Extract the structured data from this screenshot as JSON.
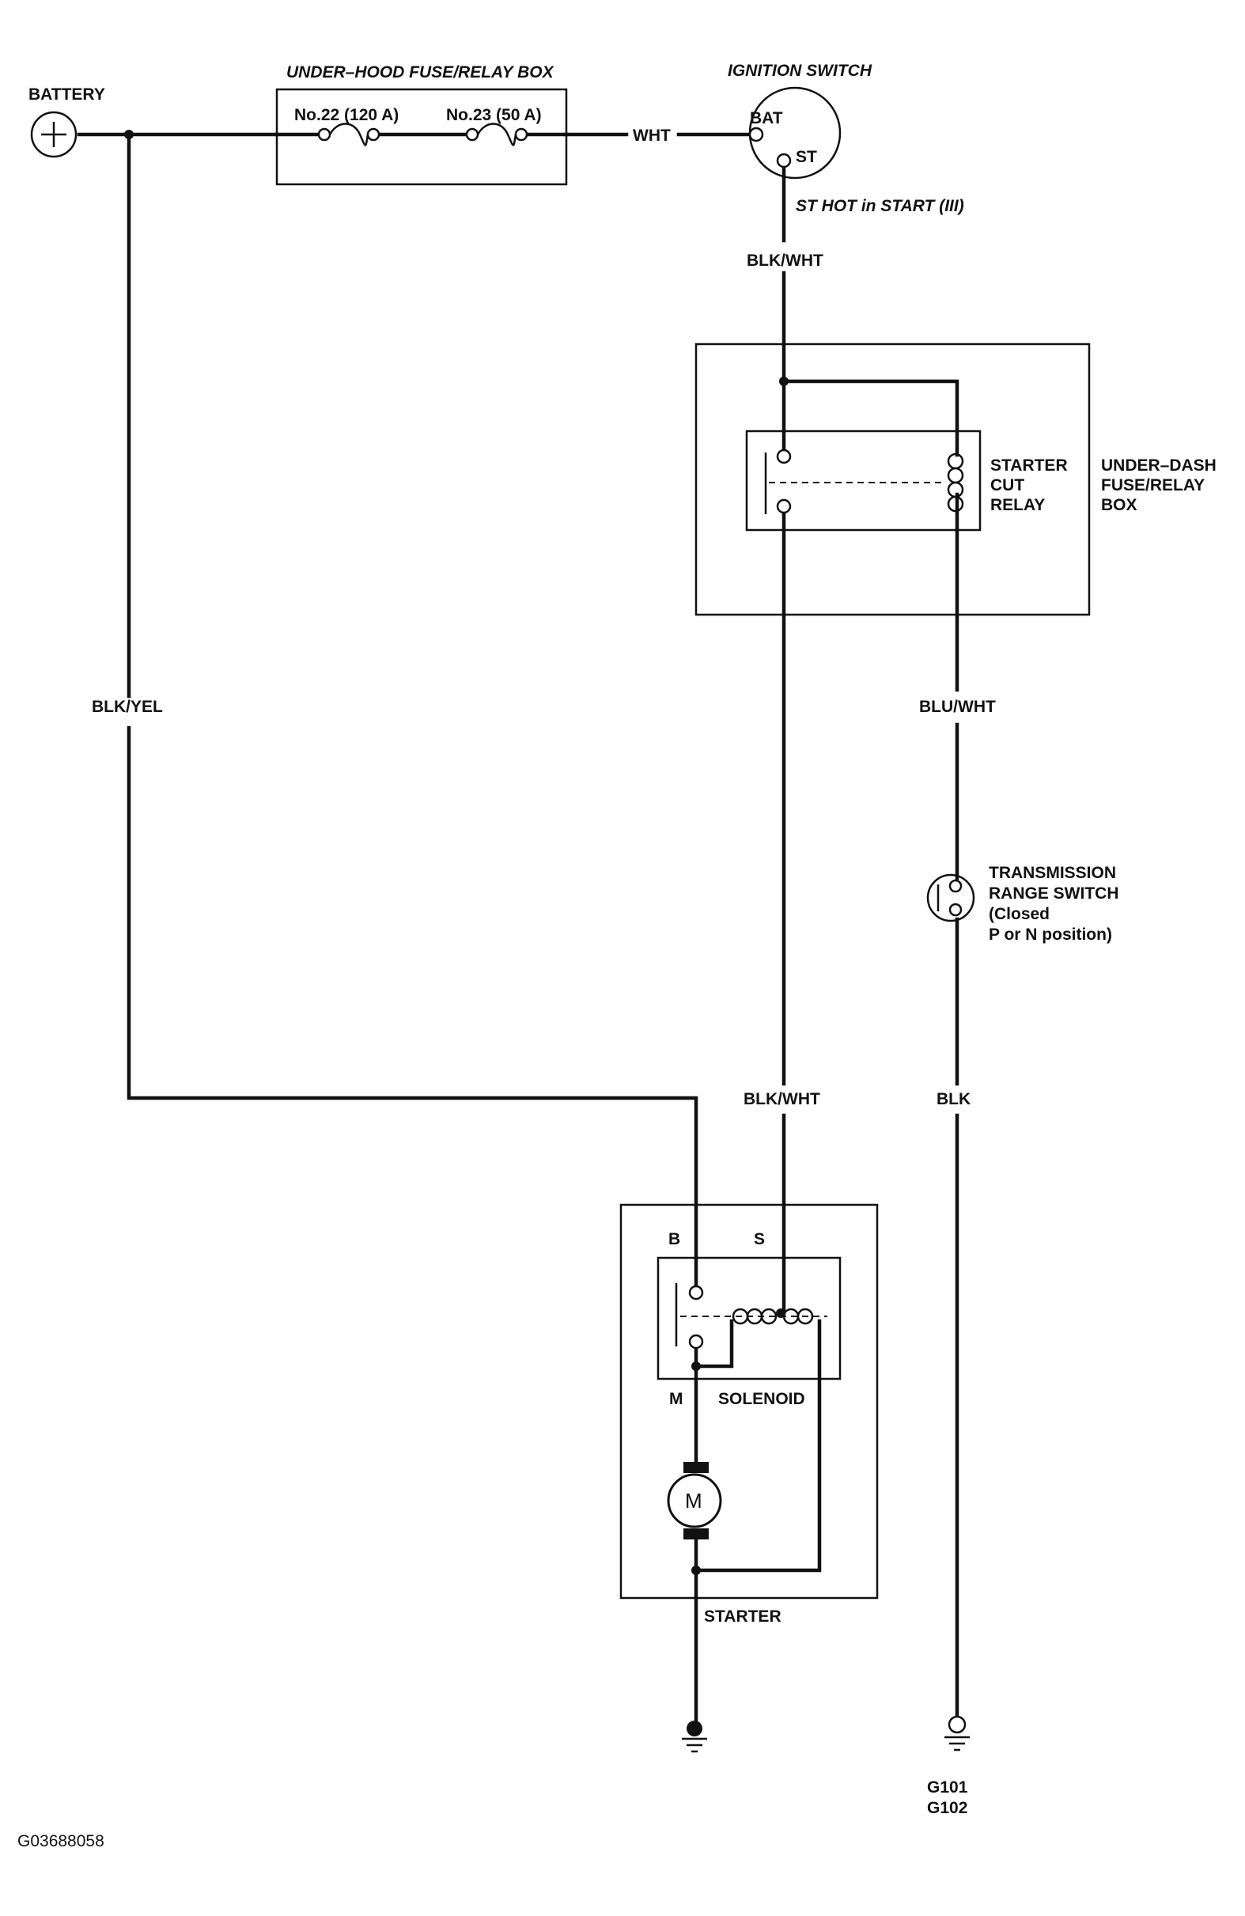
{
  "labels": {
    "battery": "BATTERY",
    "underhood_box": "UNDER–HOOD FUSE/RELAY BOX",
    "fuse22": "No.22 (120 A)",
    "fuse23": "No.23 (50 A)",
    "ignition_switch": "IGNITION SWITCH",
    "bat": "BAT",
    "st": "ST",
    "st_hot": "ST HOT in START (III)",
    "starter_cut_relay": [
      "STARTER",
      "CUT",
      "RELAY"
    ],
    "underdash_box": [
      "UNDER–DASH",
      "FUSE/RELAY",
      "BOX"
    ],
    "transmission_switch": [
      "TRANSMISSION",
      "RANGE SWITCH",
      "(Closed",
      "P or N position)"
    ],
    "b": "B",
    "s": "S",
    "m": "M",
    "solenoid": "SOLENOID",
    "motor": "M",
    "starter": "STARTER",
    "ground1": "G101",
    "ground2": "G102",
    "figure_id": "G03688058"
  },
  "wires": {
    "wht": "WHT",
    "blk_wht_top": "BLK/WHT",
    "blk_yel": "BLK/YEL",
    "blu_wht": "BLU/WHT",
    "blk_wht_bottom": "BLK/WHT",
    "blk": "BLK"
  }
}
